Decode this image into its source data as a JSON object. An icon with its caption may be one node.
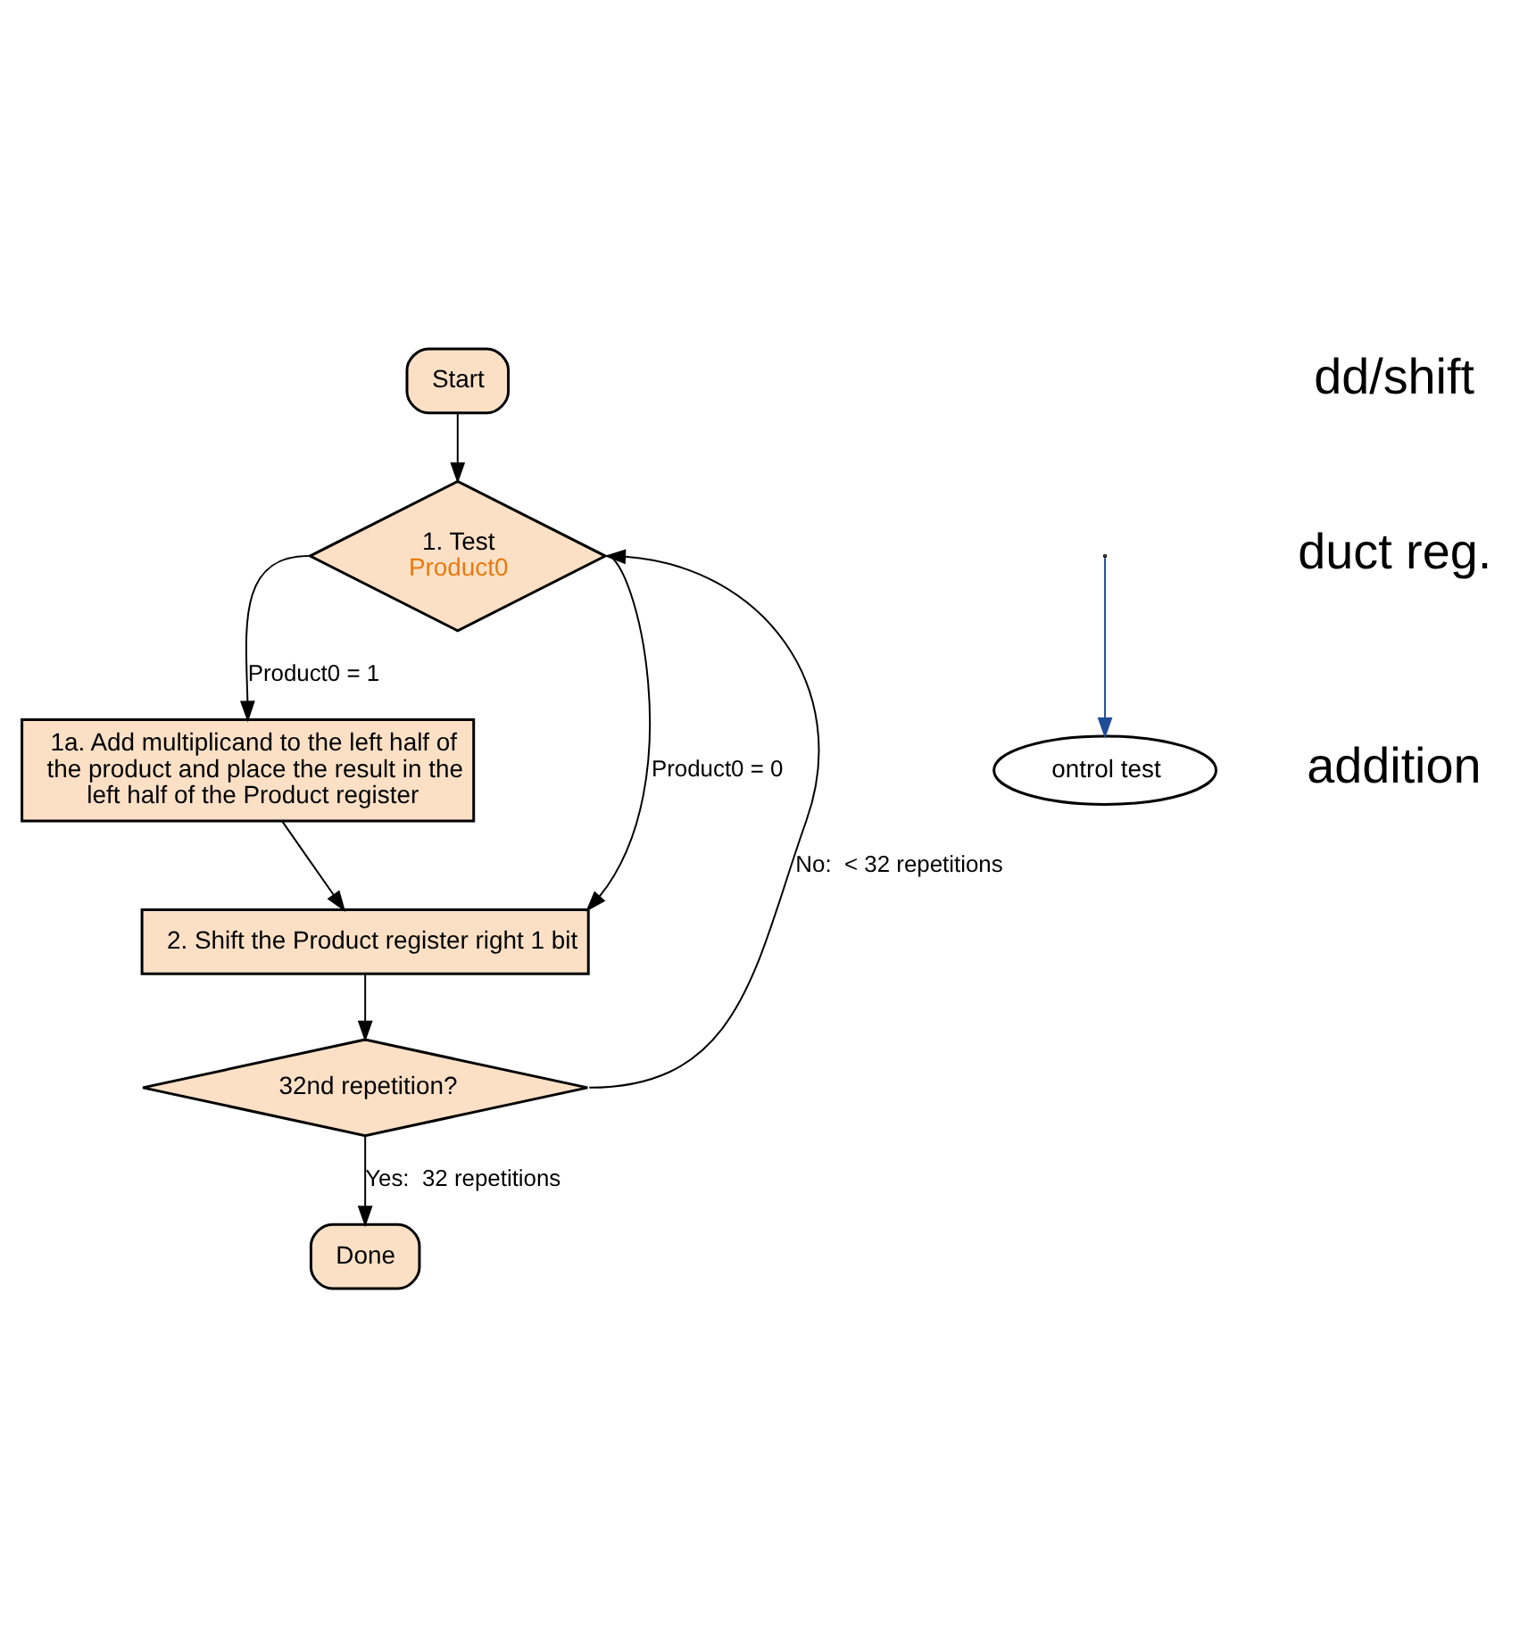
{
  "diagram": {
    "nodes": [
      {
        "text": [
          "Start"
        ]
      },
      {
        "text": [
          "1. Test",
          "Product0"
        ]
      },
      {
        "text": [
          "1a. Add multiplicand to the left half of the product and place the result in the left half of the Product register"
        ]
      },
      {
        "text": [
          "2. Shift the Product register right 1 bit"
        ]
      },
      {
        "text": [
          "32nd repetition?"
        ]
      },
      {
        "text": [
          "Done"
        ]
      },
      {
        "text": [
          "ontrol test"
        ]
      }
    ],
    "edges": [
      {
        "from": 0,
        "to": 1,
        "arrow": "to"
      },
      {
        "from": 1,
        "to": 2,
        "arrow": "to",
        "label": "Product0 = 1"
      },
      {
        "from": 1,
        "to": 3,
        "arrow": "to",
        "label": "Product0 = 0"
      },
      {
        "from": 2,
        "to": 3,
        "arrow": "to"
      },
      {
        "from": 3,
        "to": 4,
        "arrow": "to"
      },
      {
        "from": 4,
        "to": 1,
        "arrow": "to",
        "label": "No:  < 32 repetitions"
      },
      {
        "from": 4,
        "to": 5,
        "arrow": "to",
        "label": "Yes:  32 repetitions"
      },
      {
        "from": null,
        "to": 6,
        "arrow": "to",
        "color": "#1f4e96"
      }
    ],
    "labels": [
      "dd/shift",
      "duct reg.",
      "addition"
    ]
  }
}
